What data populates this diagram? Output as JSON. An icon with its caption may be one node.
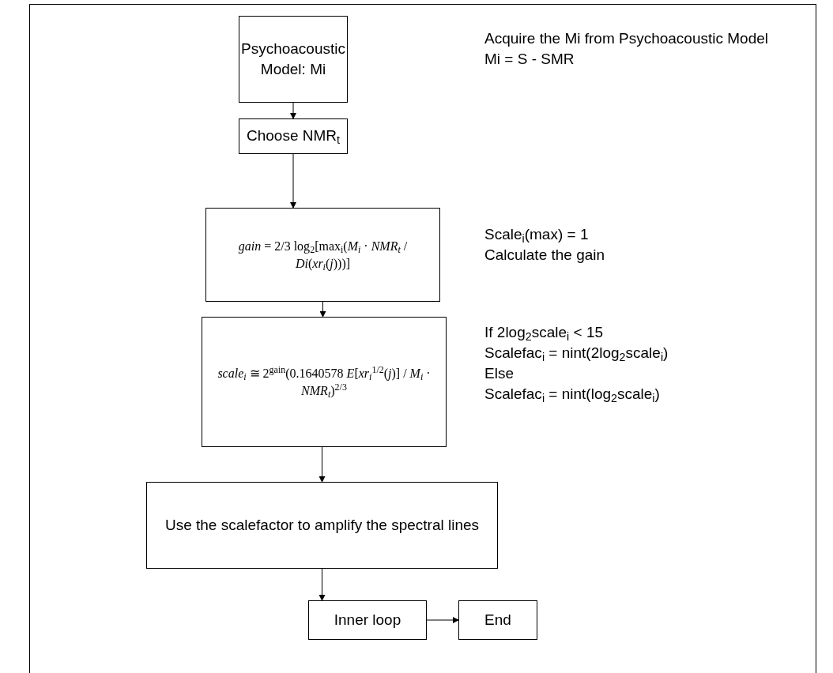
{
  "diagram": {
    "nodes": [
      {
        "text": [
          "Psychoacoustic Model: Mi"
        ],
        "beside": [
          "Acquire the Mi from Psychoacoustic Model",
          "Mi = S - SMR"
        ]
      },
      {
        "text": [
          "Choose NMR$_{t}$"
        ]
      },
      {
        "text": [
          "*gain* = 2/3 log$_{2}$[max$_{i}$(*M$_{i}$* · *NMR$_{t}$* / *Di*(*xr$_{i}$*(*j*)))]"
        ],
        "beside": [
          "Scale$_{i}$(max) = 1",
          "Calculate the gain"
        ]
      },
      {
        "text": [
          "*scale$_{i}$* ≅ 2$^{gain}$(0.1640578 *E*[*xr$_{i}$*$^{1/2}$(*j*)] / *M$_{i}$* · *NMR$_{t}$*)$^{2/3}$"
        ],
        "beside": [
          "If  2log$_{2}$scale$_{i}$ < 15",
          "Scalefac$_{i}$ = nint(2log$_{2}$scale$_{i}$)",
          "Else",
          "Scalefac$_{i}$ = nint(log$_{2}$scale$_{i}$)"
        ]
      },
      {
        "text": [
          "Use the scalefactor to amplify the spectral lines"
        ]
      },
      {
        "text": [
          "Inner loop"
        ]
      },
      {
        "text": [
          "End"
        ]
      }
    ],
    "edges": [
      {
        "from": 0,
        "to": 1,
        "arrow": "to"
      },
      {
        "from": 1,
        "to": 2,
        "arrow": "to"
      },
      {
        "from": 2,
        "to": 3,
        "arrow": "to"
      },
      {
        "from": 3,
        "to": 4,
        "arrow": "to"
      },
      {
        "from": 4,
        "to": 5,
        "arrow": "to"
      },
      {
        "from": 5,
        "to": 6,
        "arrow": "to"
      }
    ]
  }
}
